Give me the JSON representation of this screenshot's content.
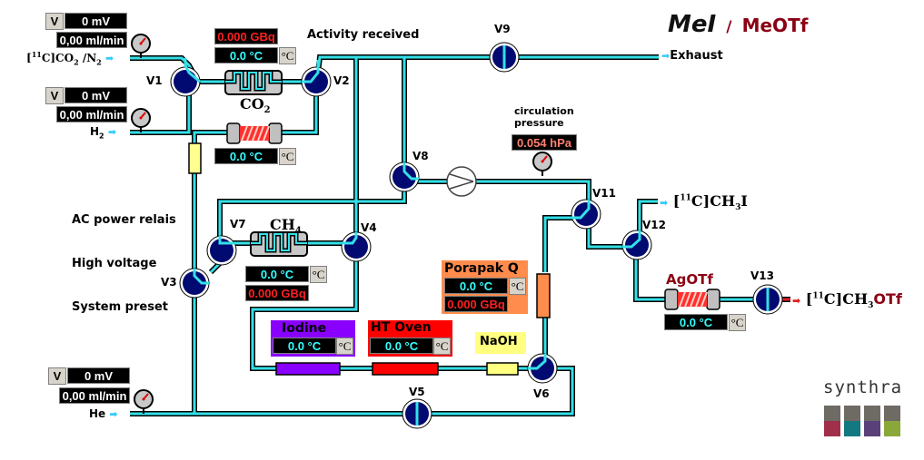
{
  "title": {
    "main": "MeI",
    "separator": "/",
    "secondary": "MeOTf"
  },
  "colors": {
    "pipe": "#33e0e8",
    "valve": "#000a70",
    "title_secondary": "#8b0014",
    "porapak": "#ff8c4c",
    "iodine": "#8a00ff",
    "ht_oven": "#ff0000",
    "naoh": "#ffff80",
    "gbq_text": "#ff2020",
    "temp_text": "#33ffff"
  },
  "labels": {
    "activity_received": "Activity received",
    "exhaust": "Exhaust",
    "circulation_pressure": [
      "circulation",
      "pressure"
    ],
    "ac_power_relais": "AC power relais",
    "high_voltage": "High voltage",
    "system_preset": "System preset",
    "co2_trap": "CO",
    "co2_sub": "2",
    "ch4_trap": "CH",
    "ch4_sub": "4",
    "naoh": "NaOH",
    "agotf": "AgOTf"
  },
  "inlets": [
    {
      "id": "co2n2",
      "label_pre": "[",
      "sup": "11",
      "label_mid": "C]CO",
      "sub1": "2",
      "label_mid2": " /N",
      "sub2": "2",
      "voltage_btn": "V",
      "voltage": "0 mV",
      "flow": "0,00 ml/min"
    },
    {
      "id": "h2",
      "label_pre": "H",
      "sub1": "2",
      "voltage_btn": "V",
      "voltage": "0 mV",
      "flow": "0,00 ml/min"
    },
    {
      "id": "he",
      "label_pre": "He",
      "voltage_btn": "V",
      "voltage": "0 mV",
      "flow": "0,00 ml/min"
    }
  ],
  "outlets": {
    "ch3i": {
      "pre": "[",
      "sup": "11",
      "text": "C]CH",
      "sub": "3",
      "tail": "I"
    },
    "ch3otf": {
      "pre": "[",
      "sup": "11",
      "text": "C]CH",
      "sub": "3",
      "tail": "OTf"
    }
  },
  "valves": [
    "V1",
    "V2",
    "V3",
    "V4",
    "V5",
    "V6",
    "V7",
    "V8",
    "V9",
    "V11",
    "V12",
    "V13"
  ],
  "readouts": {
    "co2_activity": "0.000 GBq",
    "co2_temp": "0.0 °C",
    "reduction_temp": "0.0 °C",
    "ch4_temp": "0.0 °C",
    "ch4_activity": "0.000 GBq",
    "circulation_pressure": "0.054 hPa",
    "porapak_temp": "0.0 °C",
    "porapak_activity": "0.000 GBq",
    "iodine_temp": "0.0 °C",
    "ht_oven_temp": "0.0 °C",
    "agotf_temp": "0.0 °C"
  },
  "panels": {
    "porapak": "Porapak Q",
    "iodine": "Iodine",
    "ht_oven": "HT Oven"
  },
  "unit_button": "°C",
  "logo": {
    "text": "synthra",
    "top_color": "#6e6a64",
    "bottom_colors": [
      "#a0304a",
      "#137880",
      "#5a4078",
      "#8aa83a"
    ]
  }
}
